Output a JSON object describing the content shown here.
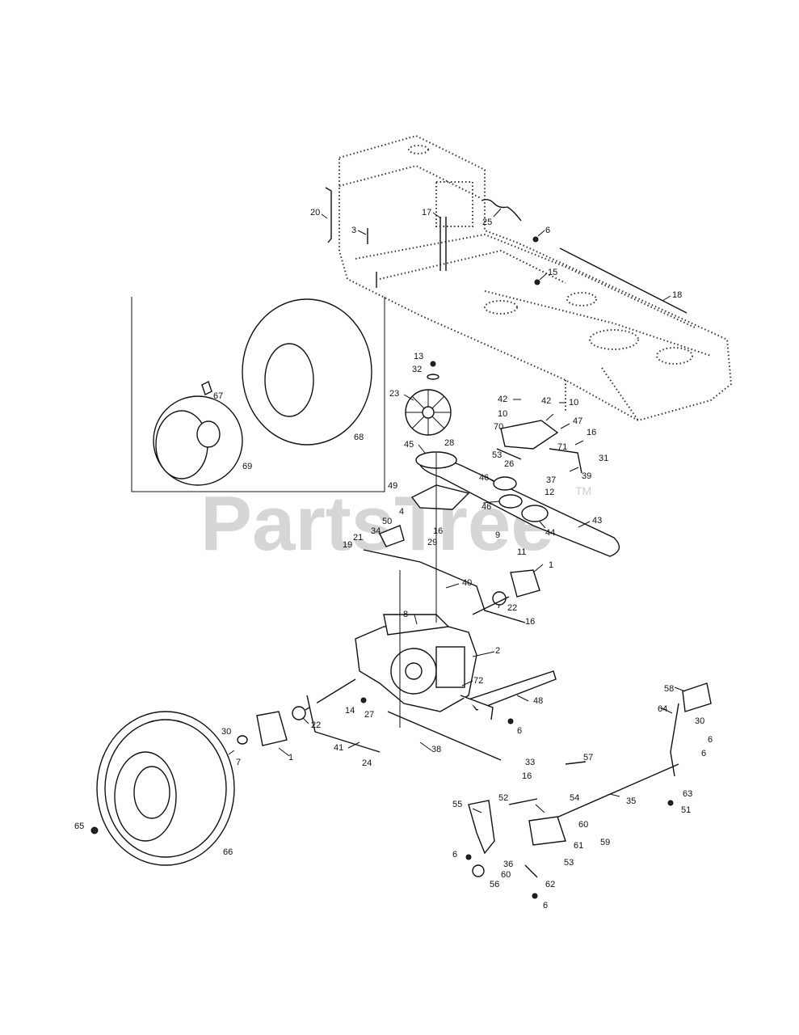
{
  "watermark": {
    "text": "PartsTree",
    "trademark": "TM"
  },
  "callouts": [
    "20",
    "17",
    "25",
    "3",
    "6",
    "15",
    "18",
    "13",
    "32",
    "23",
    "28",
    "42",
    "10",
    "70",
    "47",
    "71",
    "16",
    "31",
    "39",
    "53",
    "26",
    "37",
    "12",
    "45",
    "46",
    "44",
    "43",
    "9",
    "11",
    "49",
    "4",
    "50",
    "34",
    "21",
    "19",
    "29",
    "1",
    "40",
    "22",
    "8",
    "2",
    "72",
    "48",
    "14",
    "27",
    "38",
    "33",
    "41",
    "24",
    "30",
    "7",
    "58",
    "64",
    "63",
    "51",
    "57",
    "35",
    "52",
    "54",
    "55",
    "60",
    "59",
    "36",
    "61",
    "56",
    "62",
    "65",
    "66",
    "67",
    "68",
    "69"
  ]
}
